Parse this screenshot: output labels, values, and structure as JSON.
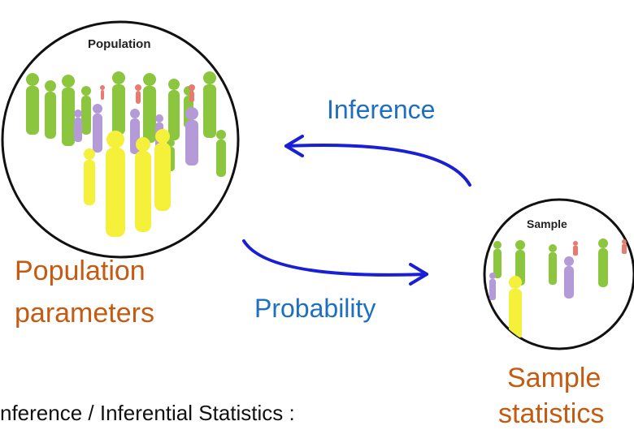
{
  "population": {
    "circle_title": "Population",
    "caption_line1": "Population",
    "caption_line2": "parameters"
  },
  "sample": {
    "circle_title": "Sample",
    "caption_line1": "Sample",
    "caption_line2": "statistics"
  },
  "arrows": {
    "inference_label": "Inference",
    "probability_label": "Probability"
  },
  "footer": {
    "text": "nference / Inferential Statistics :"
  },
  "colors": {
    "caption": "#c55a11",
    "arrow_label": "#1f6fbf",
    "arrow": "#1a1fd6",
    "figure_green": "#8cc63f",
    "figure_purple": "#b49ad6",
    "figure_yellow": "#f5f03a",
    "figure_red": "#e87a6f"
  }
}
